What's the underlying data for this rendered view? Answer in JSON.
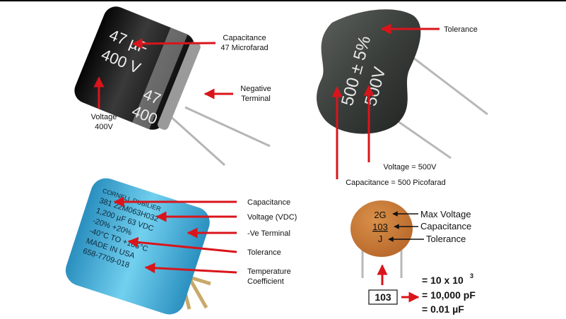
{
  "electrolytic": {
    "cap_label": "Capacitance",
    "cap_value": "47 Microfarad",
    "neg_label": "Negative",
    "neg_label2": "Terminal",
    "volt_label": "Voltage",
    "volt_value": "400V",
    "body_text1": "47 µF",
    "body_text2": "400 V",
    "body_text3": "47",
    "body_text4": "400"
  },
  "ceramic_disc": {
    "tol_label": "Tolerance",
    "volt_label": "Voltage = 500V",
    "cap_label": "Capacitance = 500 Picofarad",
    "body_text1": "500 ± 5%",
    "body_text2": "500V"
  },
  "can_cap": {
    "labels": [
      "Capacitance",
      "Voltage (VDC)",
      "-Ve Terminal",
      "Tolerance",
      "Temperature",
      "Coefficient"
    ],
    "body_lines": [
      "CORNELL DUBILIER",
      "381 22M063H032",
      "1,200 µF 63 VDC",
      "-20% +20%",
      "-40°C TO +105°C",
      "MADE IN USA",
      "658-7709-018"
    ]
  },
  "small_disc": {
    "codes": [
      "2G",
      "103",
      "J"
    ],
    "labels": [
      "Max Voltage",
      "Capacitance",
      "Tolerance"
    ],
    "code_box": "103",
    "eq1": "= 10 x 10",
    "eq1_exp": "3",
    "eq2": "= 10,000 pF",
    "eq3": "= 0.01 µF"
  },
  "colors": {
    "arrow": "#d9151b",
    "black_cap": "#1c1c1c",
    "blue_cap": "#4fb8dd",
    "orange_disc": "#c97a2e",
    "green_disc": "#3b3f3c"
  }
}
